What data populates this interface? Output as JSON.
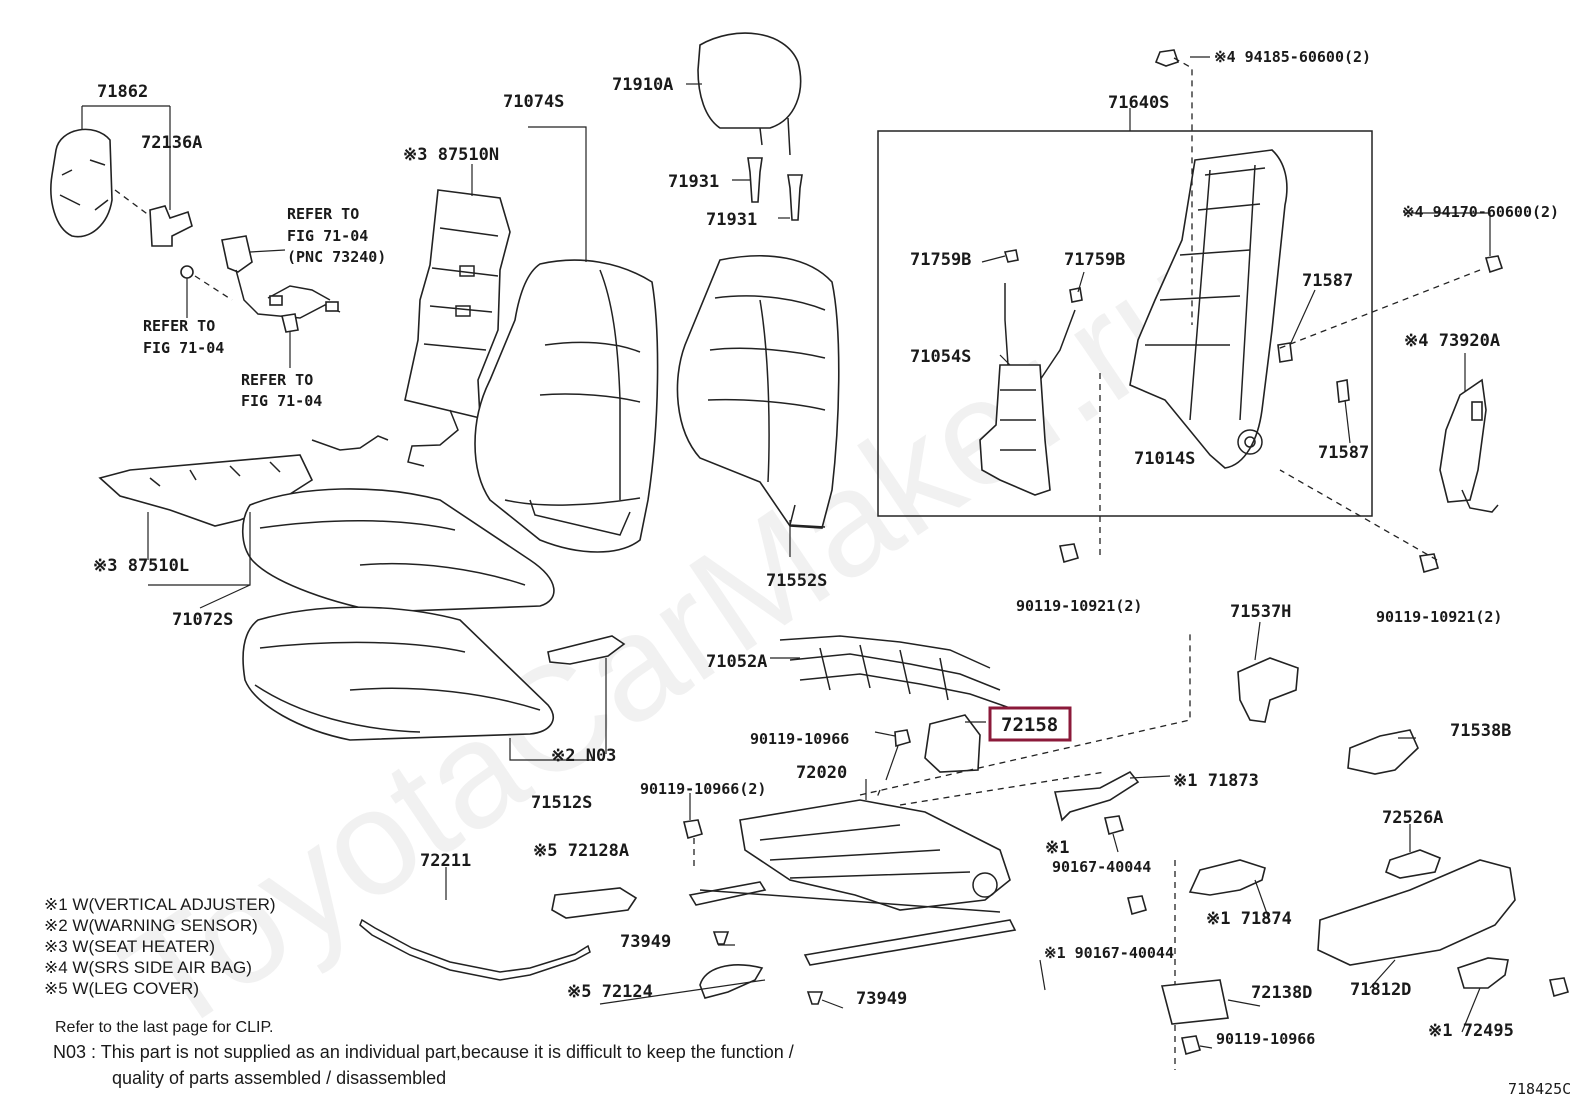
{
  "diagram": {
    "watermark": "ToyotaCarMaker.ru",
    "highlight_color": "#8b1a3a",
    "labels": {
      "p71862": "71862",
      "p72136A": "72136A",
      "refer1": "REFER TO",
      "refer1b": "FIG 71-04",
      "refer1c": "(PNC 73240)",
      "refer2": "REFER TO",
      "refer2b": "FIG 71-04",
      "refer3": "REFER TO",
      "refer3b": "FIG 71-04",
      "p71074S": "71074S",
      "p87510N": "※3 87510N",
      "p71910A": "71910A",
      "p71931a": "71931",
      "p71931b": "71931",
      "p71640S": "71640S",
      "p94185": "※4 94185-60600(2)",
      "p94170": "※4 94170-60600(2)",
      "p71759Ba": "71759B",
      "p71759Bb": "71759B",
      "p71587a": "71587",
      "p71587b": "71587",
      "p73920A": "※4 73920A",
      "p71054S": "71054S",
      "p71014S": "71014S",
      "p87510L": "※3 87510L",
      "p71072S": "71072S",
      "p71552S": "71552S",
      "p90119a": "90119-10921(2)",
      "p90119b": "90119-10921(2)",
      "p71537H": "71537H",
      "p71052A": "71052A",
      "p72158": "72158",
      "p90119c": "90119-10966",
      "p71538B": "71538B",
      "pN03": "※2 N03",
      "p72020": "72020",
      "p71873": "※1 71873",
      "p90119d": "90119-10966(2)",
      "p71512S": "71512S",
      "p90167a1": "※1",
      "p90167a2": "90167-40044",
      "p72526A": "72526A",
      "p72211": "72211",
      "p72128A": "※5 72128A",
      "p71874": "※1 71874",
      "p73949a": "73949",
      "p90167b": "※1 90167-40044",
      "p71812D": "71812D",
      "p72124": "※5 72124",
      "p73949b": "73949",
      "p72138D": "72138D",
      "p90119e": "90119-10966",
      "p72495": "※1 72495",
      "figno": "718425C"
    },
    "legend": [
      "※1 W(VERTICAL ADJUSTER)",
      "※2 W(WARNING SENSOR)",
      "※3 W(SEAT HEATER)",
      "※4 W(SRS SIDE AIR BAG)",
      "※5 W(LEG COVER)"
    ],
    "notes": {
      "clip": "Refer to the last page for CLIP.",
      "n03_line1": "N03 : This part is not supplied as an individual part,because it is difficult to keep the function /",
      "n03_line2": "quality of parts assembled / disassembled"
    }
  }
}
